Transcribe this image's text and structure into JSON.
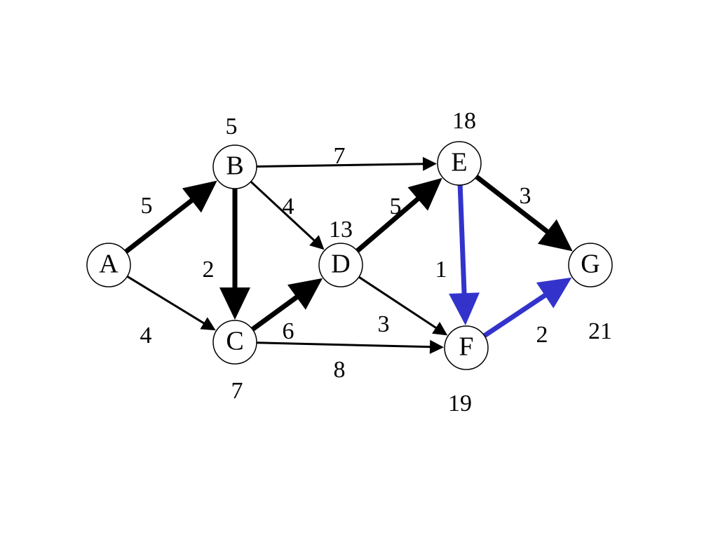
{
  "graph": {
    "nodes": [
      {
        "id": "A",
        "label": "A",
        "distance": ""
      },
      {
        "id": "B",
        "label": "B",
        "distance": "5"
      },
      {
        "id": "C",
        "label": "C",
        "distance": "7"
      },
      {
        "id": "D",
        "label": "D",
        "distance": "13"
      },
      {
        "id": "E",
        "label": "E",
        "distance": "18"
      },
      {
        "id": "F",
        "label": "F",
        "distance": "19"
      },
      {
        "id": "G",
        "label": "G",
        "distance": "21"
      }
    ],
    "edges": [
      {
        "from": "A",
        "to": "B",
        "weight": "5",
        "style": "bold"
      },
      {
        "from": "A",
        "to": "C",
        "weight": "4",
        "style": "thin"
      },
      {
        "from": "B",
        "to": "C",
        "weight": "2",
        "style": "bold"
      },
      {
        "from": "B",
        "to": "D",
        "weight": "4",
        "style": "thin"
      },
      {
        "from": "B",
        "to": "E",
        "weight": "7",
        "style": "thin"
      },
      {
        "from": "C",
        "to": "D",
        "weight": "6",
        "style": "bold"
      },
      {
        "from": "C",
        "to": "F",
        "weight": "8",
        "style": "thin"
      },
      {
        "from": "D",
        "to": "E",
        "weight": "5",
        "style": "bold"
      },
      {
        "from": "D",
        "to": "F",
        "weight": "3",
        "style": "thin"
      },
      {
        "from": "E",
        "to": "G",
        "weight": "3",
        "style": "bold"
      },
      {
        "from": "E",
        "to": "F",
        "weight": "1",
        "style": "highlight"
      },
      {
        "from": "F",
        "to": "G",
        "weight": "2",
        "style": "highlight"
      }
    ]
  },
  "colors": {
    "normal_edge": "#000000",
    "highlight_edge": "#3333cc",
    "node_fill": "#ffffff",
    "node_stroke": "#000000"
  }
}
